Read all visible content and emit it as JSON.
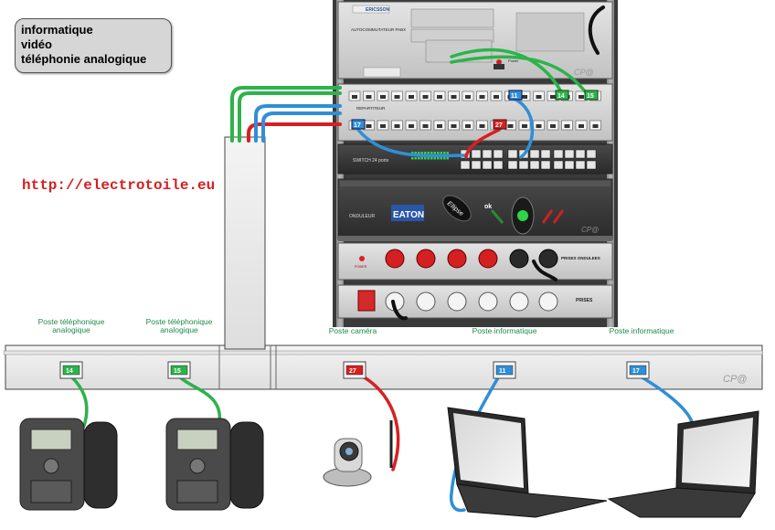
{
  "legend": [
    "informatique",
    "vidéo",
    "téléphonie analogique"
  ],
  "website": "http://electrotoile.eu",
  "watermark": "CP@",
  "rack": {
    "brand": "ERICSSON",
    "pabx_label": "AUTOCOMMUTATEUR PABX",
    "power_label": "Power",
    "patch_label": "REPARTITEUR",
    "switch_label": "SWITCH 24 ports",
    "ups_label": "ONDULEUR",
    "ups_brand": "EATON",
    "ups_model": "Ellipse",
    "ups_ok": "ok",
    "ups_outlets_label": "PRISES ONDULEES",
    "power_text": "POWER",
    "outlets_label": "PRISES",
    "port_numbers": {
      "p11": "11",
      "p14": "14",
      "p15": "15",
      "p17": "17",
      "p27": "27"
    }
  },
  "outlets": [
    {
      "label": "Poste téléphonique analogique",
      "port": "14"
    },
    {
      "label": "Poste téléphonique analogique",
      "port": "15"
    },
    {
      "label": "Poste caméra",
      "port": "27"
    },
    {
      "label": "Poste informatique",
      "port": "11"
    },
    {
      "label": "Poste informatique",
      "port": "17"
    }
  ],
  "colors": {
    "informatique": "#2f8fd8",
    "video": "#d82020",
    "telephonie": "#2cb34a"
  }
}
